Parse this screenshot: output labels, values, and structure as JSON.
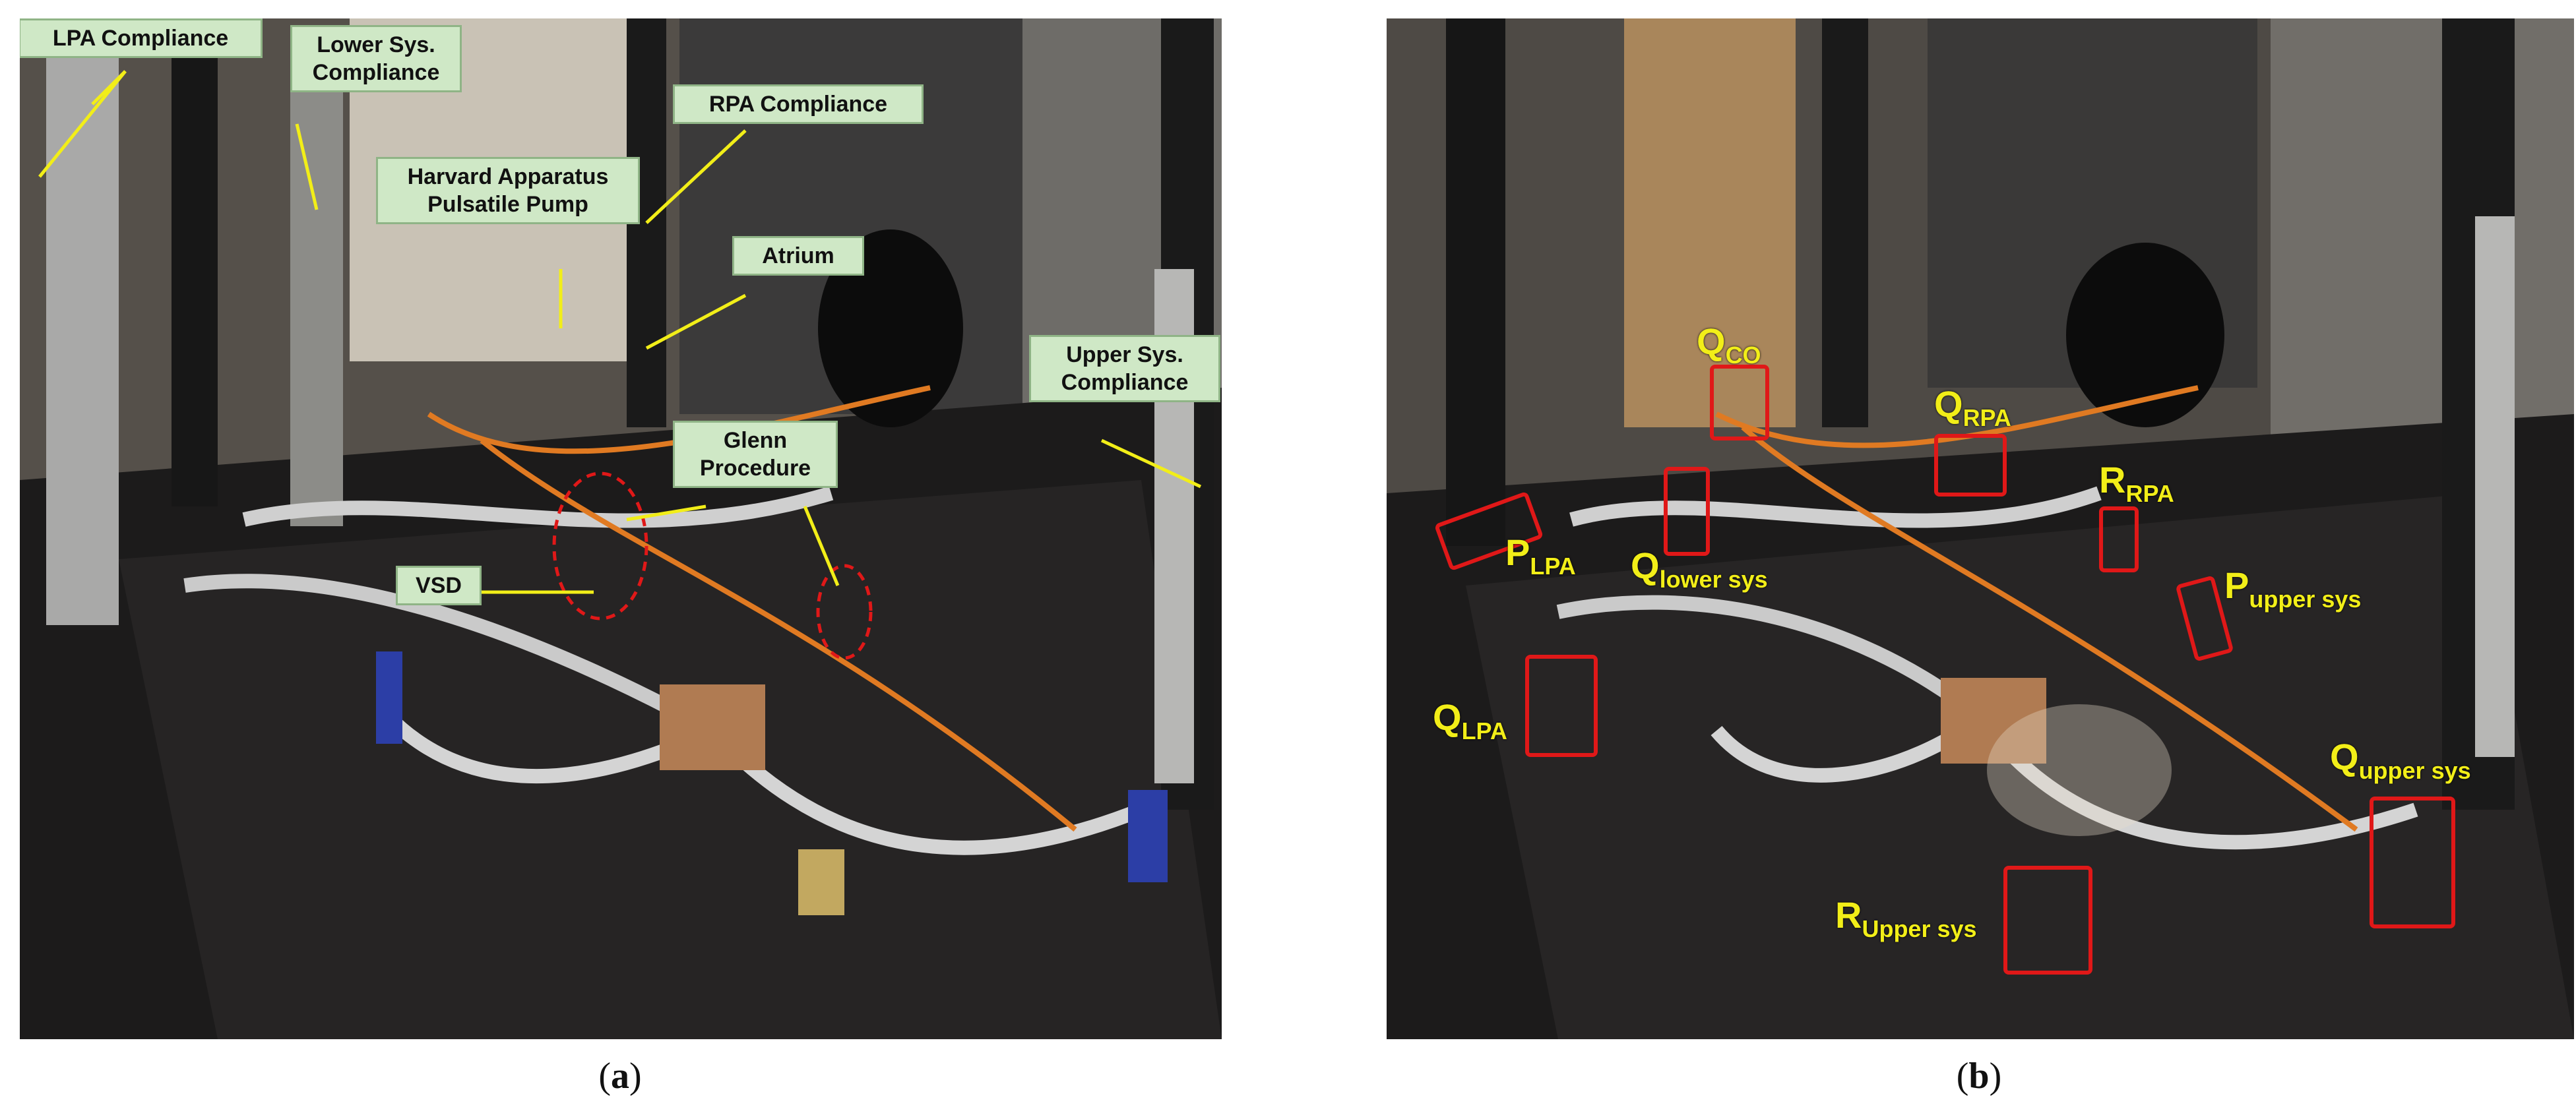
{
  "panel_a": {
    "caption_open": "(",
    "caption_letter": "a",
    "caption_close": ")",
    "labels": {
      "lpa_compliance": "LPA Compliance",
      "lower_sys_line1": "Lower Sys.",
      "lower_sys_line2": "Compliance",
      "harvard_line1": "Harvard Apparatus",
      "harvard_line2": "Pulsatile Pump",
      "rpa_compliance": "RPA Compliance",
      "atrium": "Atrium",
      "upper_sys_line1": "Upper Sys.",
      "upper_sys_line2": "Compliance",
      "glenn_line1": "Glenn",
      "glenn_line2": "Procedure",
      "vsd": "VSD"
    }
  },
  "panel_b": {
    "caption_open": "(",
    "caption_letter": "b",
    "caption_close": ")",
    "labels": {
      "q_co": {
        "main": "Q",
        "sub": "CO"
      },
      "q_rpa": {
        "main": "Q",
        "sub": "RPA"
      },
      "r_rpa": {
        "main": "R",
        "sub": "RPA"
      },
      "p_lpa": {
        "main": "P",
        "sub": "LPA"
      },
      "q_lower_sys": {
        "main": "Q",
        "sub": "lower sys"
      },
      "p_upper_sys": {
        "main": "P",
        "sub": "upper sys"
      },
      "q_lpa": {
        "main": "Q",
        "sub": "LPA"
      },
      "q_upper_sys": {
        "main": "Q",
        "sub": "upper sys"
      },
      "r_upper_sys": {
        "main": "R",
        "sub": "Upper sys"
      }
    }
  },
  "colors": {
    "label_box_fill": "#cfe8c6",
    "arrow": "#f2ee18",
    "highlight_box": "#e01818",
    "callout_text": "#f2ee18"
  }
}
